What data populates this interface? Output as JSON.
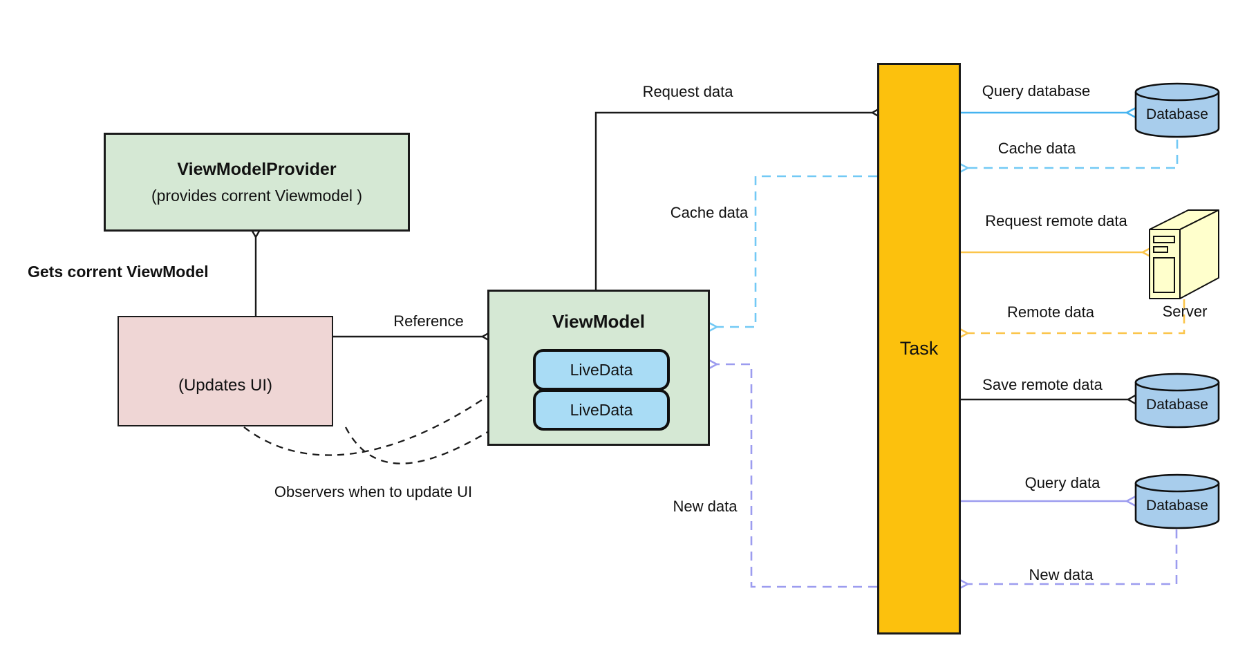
{
  "diagram": {
    "nodes": {
      "view_model_provider": {
        "title": "ViewModelProvider",
        "subtitle": "(provides corrent Viewmodel )"
      },
      "ui_view": {
        "label": "(Updates UI)"
      },
      "view_model": {
        "title": "ViewModel",
        "live_data": [
          "LiveData",
          "LiveData"
        ]
      },
      "task": {
        "label": "Task"
      },
      "databases": [
        "Database",
        "Database",
        "Database"
      ],
      "server": {
        "label": "Server"
      }
    },
    "edge_labels": {
      "gets_corrent_viewmodel": "Gets corrent ViewModel",
      "reference": "Reference",
      "observers": "Observers when to update UI",
      "request_data": "Request data",
      "query_database": "Query database",
      "cache_data_right": "Cache data",
      "cache_data_left": "Cache data",
      "request_remote_data": "Request remote data",
      "remote_data": "Remote data",
      "save_remote_data": "Save remote data",
      "query_data": "Query data",
      "new_data_right": "New data",
      "new_data_left": "New data"
    },
    "colors": {
      "green_box": "#D5E8D4",
      "pink_box": "#EFD6D5",
      "task_orange": "#FCC10D",
      "livedata_blue": "#A9DCF5",
      "database_blue": "#A8CDEC",
      "server_yellow": "#FFFFCC",
      "arrow_black": "#1a1a1a",
      "arrow_blue_solid": "#45B3F0",
      "arrow_blue_dashed": "#72C9F5",
      "arrow_yellow": "#FBC54B",
      "arrow_lavender": "#9C9CEF"
    }
  }
}
